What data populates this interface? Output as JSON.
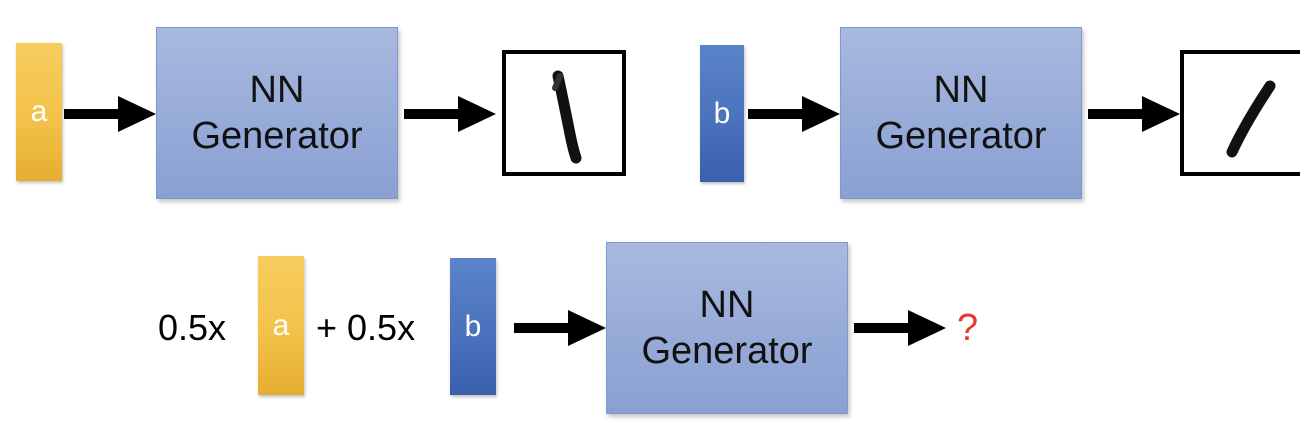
{
  "row1": {
    "vector_label": "a",
    "generator_line1": "NN",
    "generator_line2": "Generator"
  },
  "row2": {
    "vector_label": "b",
    "generator_line1": "NN",
    "generator_line2": "Generator"
  },
  "row3": {
    "coef_a": "0.5x",
    "vector_a_label": "a",
    "plus_coef_b": "+ 0.5x",
    "vector_b_label": "b",
    "generator_line1": "NN",
    "generator_line2": "Generator",
    "unknown_output": "?"
  },
  "colors": {
    "vector_a": "#f3c24a",
    "vector_b": "#4a72bd",
    "generator": "#97abd8",
    "question": "#e8392c"
  },
  "icons": {
    "output_a": "digit-one-vertical-image",
    "output_b": "digit-one-slanted-image"
  }
}
